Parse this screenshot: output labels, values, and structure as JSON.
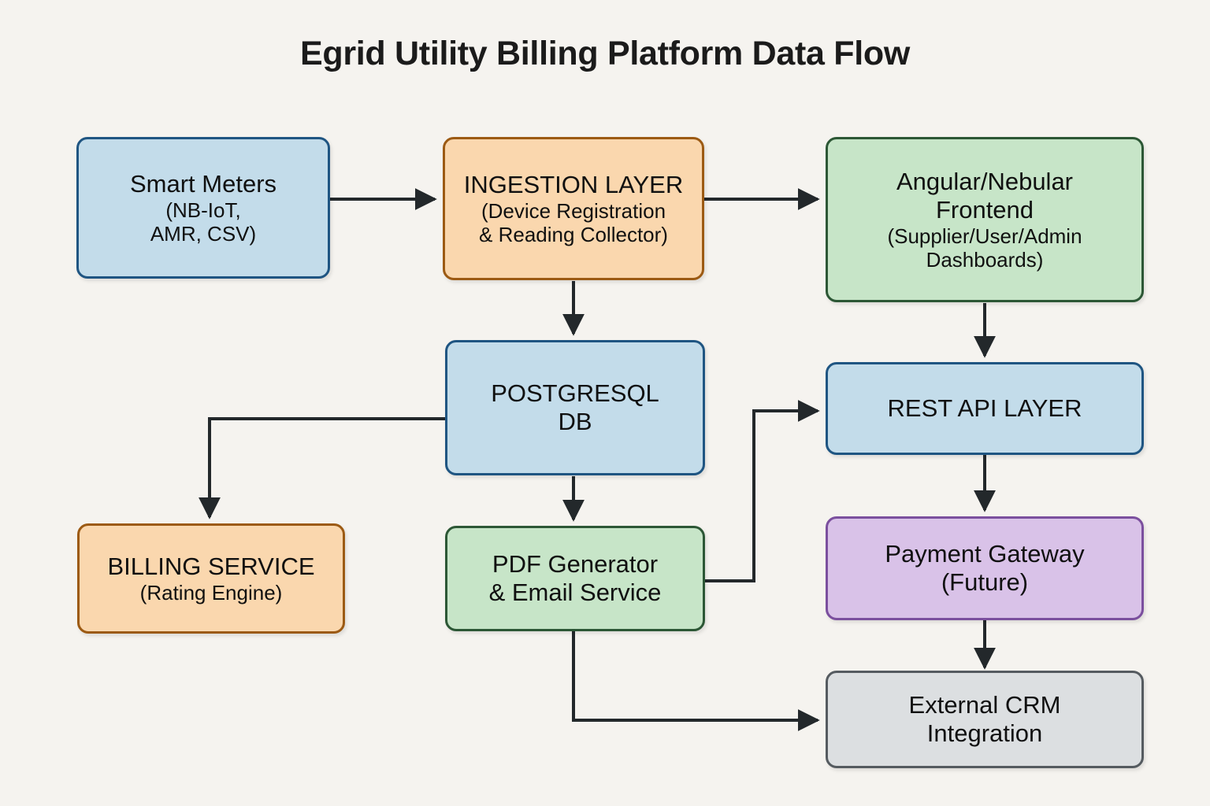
{
  "title": "Egrid Utility Billing Platform Data Flow",
  "colors": {
    "background": "#f5f3ef",
    "text": "#101010",
    "edge": "#23282b",
    "blue_fill": "#c3dcea",
    "blue_border": "#1f5582",
    "orange_fill": "#fad7ae",
    "orange_border": "#9c5a13",
    "green_fill": "#c7e5c8",
    "green_border": "#2c5735",
    "purple_fill": "#d9c2e8",
    "purple_border": "#7b4f9e",
    "gray_fill": "#dcdfe1",
    "gray_border": "#555b60"
  },
  "nodes": {
    "smart_meters": {
      "main": "Smart Meters",
      "sub": "(NB-IoT,\nAMR, CSV)",
      "color": "blue"
    },
    "ingestion_layer": {
      "main": "INGESTION LAYER",
      "sub": "(Device Registration\n& Reading Collector)",
      "color": "orange"
    },
    "frontend": {
      "main": "Angular/Nebular\nFrontend",
      "sub": "(Supplier/User/Admin\nDashboards)",
      "color": "green"
    },
    "postgresql_db": {
      "main": "POSTGRESQL\nDB",
      "sub": "",
      "color": "blue"
    },
    "rest_api_layer": {
      "main": "REST API LAYER",
      "sub": "",
      "color": "blue"
    },
    "billing_service": {
      "main": "BILLING SERVICE",
      "sub": "(Rating Engine)",
      "color": "orange"
    },
    "pdf_email_service": {
      "main": "PDF Generator\n& Email Service",
      "sub": "",
      "color": "green"
    },
    "payment_gateway": {
      "main": "Payment Gateway\n(Future)",
      "sub": "",
      "color": "purple"
    },
    "external_crm": {
      "main": "External CRM\nIntegration",
      "sub": "",
      "color": "gray"
    }
  },
  "edges": [
    {
      "name": "smart-meters-to-ingestion",
      "from": "smart_meters",
      "to": "ingestion_layer"
    },
    {
      "name": "ingestion-to-frontend",
      "from": "ingestion_layer",
      "to": "frontend"
    },
    {
      "name": "ingestion-to-postgresql",
      "from": "ingestion_layer",
      "to": "postgresql_db"
    },
    {
      "name": "postgresql-to-billing-service",
      "from": "postgresql_db",
      "to": "billing_service"
    },
    {
      "name": "postgresql-to-pdf-email",
      "from": "postgresql_db",
      "to": "pdf_email_service"
    },
    {
      "name": "pdf-email-to-rest-api",
      "from": "pdf_email_service",
      "to": "rest_api_layer"
    },
    {
      "name": "pdf-email-to-external-crm",
      "from": "pdf_email_service",
      "to": "external_crm"
    },
    {
      "name": "frontend-to-rest-api",
      "from": "frontend",
      "to": "rest_api_layer"
    },
    {
      "name": "rest-api-to-payment-gateway",
      "from": "rest_api_layer",
      "to": "payment_gateway"
    },
    {
      "name": "payment-gateway-to-external-crm",
      "from": "payment_gateway",
      "to": "external_crm"
    }
  ]
}
